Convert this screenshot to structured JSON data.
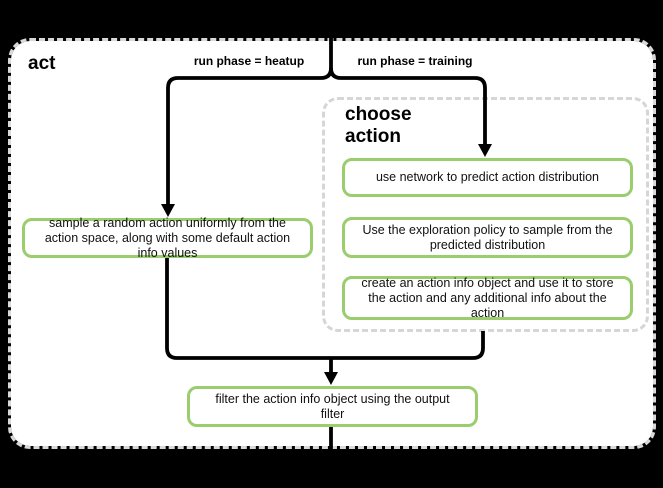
{
  "colors": {
    "background": "#000000",
    "surface": "#ffffff",
    "node_border_green": "#9acd6e",
    "flow_line": "#000000",
    "dashed_border": "#d9d9d9"
  },
  "container": {
    "title": "act"
  },
  "branches": {
    "heatup_label": "run phase = heatup",
    "training_label": "run phase = training"
  },
  "group": {
    "title": "choose action"
  },
  "nodes": {
    "sample_random": {
      "text": "sample a random action uniformly from the action space, along with some default action info values"
    },
    "predict": {
      "text": "use network to predict action distribution"
    },
    "explore": {
      "text": "Use the exploration policy to sample from the predicted distribution"
    },
    "create_info": {
      "text": "create an action info object and use it to store the action and any additional info about the action"
    },
    "filter": {
      "text": "filter the action info object using the output filter"
    }
  }
}
